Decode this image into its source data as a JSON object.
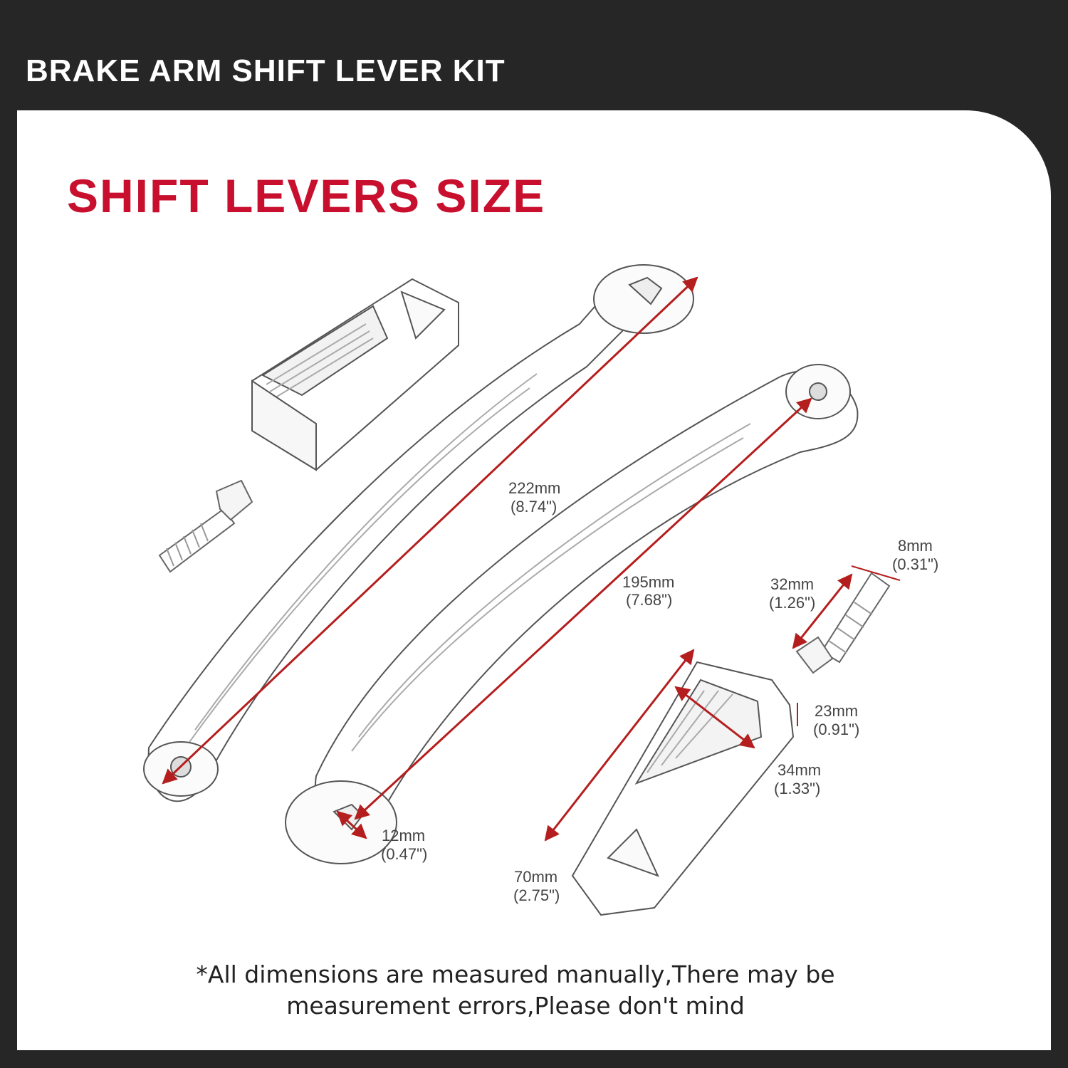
{
  "header": {
    "title": "BRAKE ARM SHIFT LEVER KIT"
  },
  "panel": {
    "title": "SHIFT LEVERS SIZE",
    "note_line1": "*All dimensions are measured manually,There may be",
    "note_line2": "measurement errors,Please don't mind"
  },
  "dimensions": {
    "lever_long": {
      "mm": "222mm",
      "in": "(8.74\")"
    },
    "lever_short": {
      "mm": "195mm",
      "in": "(7.68\")"
    },
    "bolt_length": {
      "mm": "32mm",
      "in": "(1.26\")"
    },
    "bolt_diameter": {
      "mm": "8mm",
      "in": "(0.31\")"
    },
    "peg_height": {
      "mm": "23mm",
      "in": "(0.91\")"
    },
    "peg_width": {
      "mm": "34mm",
      "in": "(1.33\")"
    },
    "clamp_bore": {
      "mm": "12mm",
      "in": "(0.47\")"
    },
    "peg_length": {
      "mm": "70mm",
      "in": "(2.75\")"
    }
  },
  "colors": {
    "accent": "#c8102e",
    "background": "#262626",
    "panel": "#ffffff",
    "dimension_line": "#b51e1e"
  }
}
